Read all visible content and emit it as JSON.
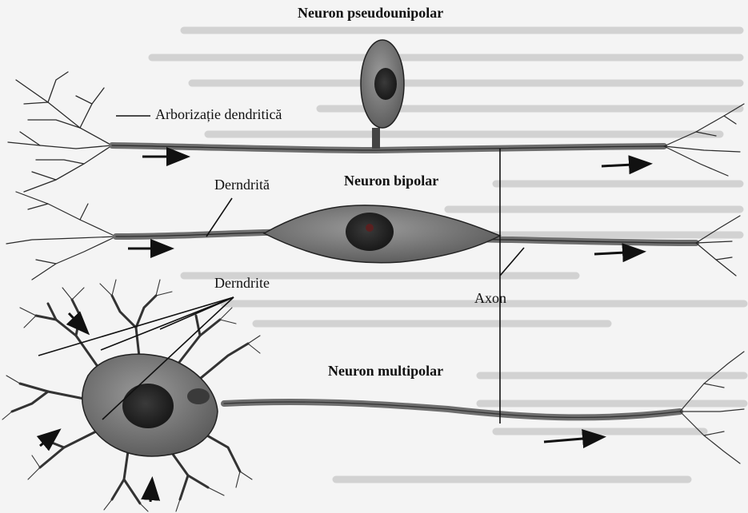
{
  "labels": {
    "pseudounipolar": "Neuron pseudounipolar",
    "arborizatie": "Arborizație dendritică",
    "dendrita": "Derndrită",
    "bipolar": "Neuron bipolar",
    "dendrite": "Derndrite",
    "axon": "Axon",
    "multipolar": "Neuron multipolar"
  }
}
